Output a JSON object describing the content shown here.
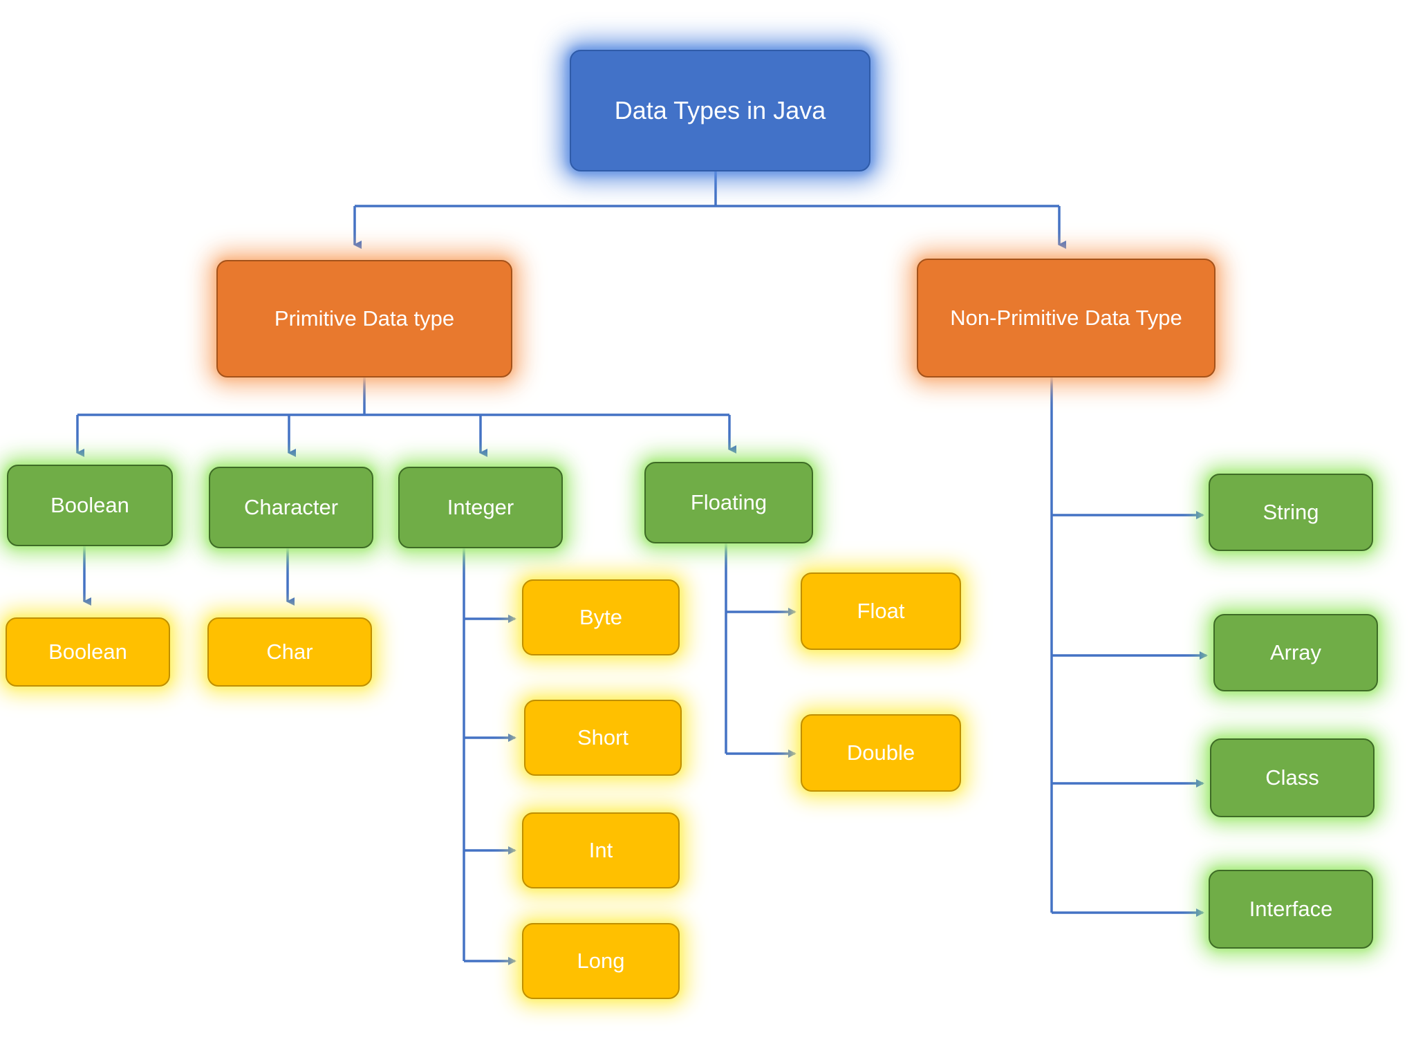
{
  "diagram": {
    "title": "Data Types in Java",
    "root": {
      "label": "Data Types in Java"
    },
    "branches": {
      "primitive": {
        "label": "Primitive Data type"
      },
      "non_primitive": {
        "label": "Non-Primitive Data Type"
      }
    },
    "primitive_categories": [
      {
        "label": "Boolean"
      },
      {
        "label": "Character"
      },
      {
        "label": "Integer"
      },
      {
        "label": "Floating"
      }
    ],
    "boolean_types": [
      {
        "label": "Boolean"
      }
    ],
    "character_types": [
      {
        "label": "Char"
      }
    ],
    "integer_types": [
      {
        "label": "Byte"
      },
      {
        "label": "Short"
      },
      {
        "label": "Int"
      },
      {
        "label": "Long"
      }
    ],
    "floating_types": [
      {
        "label": "Float"
      },
      {
        "label": "Double"
      }
    ],
    "non_primitive_types": [
      {
        "label": "String"
      },
      {
        "label": "Array"
      },
      {
        "label": "Class"
      },
      {
        "label": "Interface"
      }
    ],
    "colors": {
      "root": "#4272C8",
      "root_border": "#2F5BA8",
      "orange": "#E8792E",
      "orange_border": "#A4521A",
      "green": "#70AD47",
      "green_border": "#3E6B26",
      "amber": "#FFC000",
      "amber_border": "#BF8F00",
      "connector": "#4472C4",
      "text": "#FFFFFF",
      "background": "#FFFFFF"
    }
  }
}
